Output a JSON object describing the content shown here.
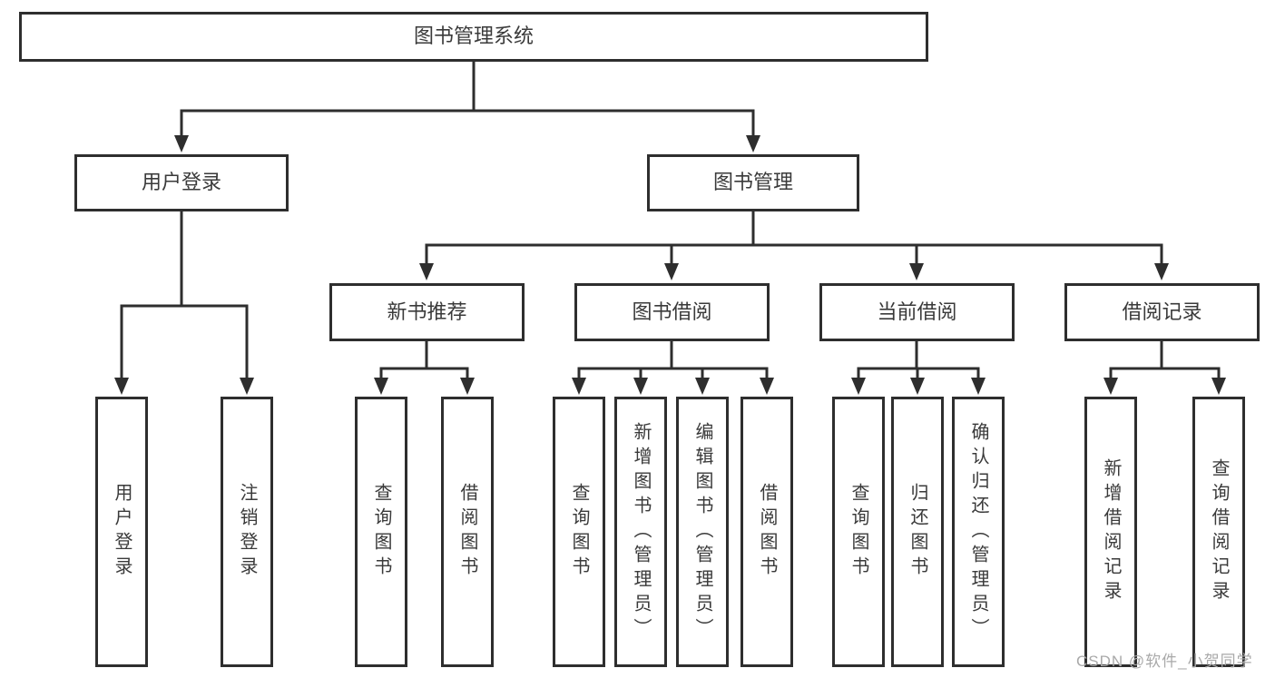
{
  "diagram": {
    "root": {
      "label": "图书管理系统"
    },
    "branches": [
      {
        "label": "用户登录",
        "children": [
          "用户登录",
          "注销登录"
        ]
      },
      {
        "label": "图书管理",
        "children": [
          {
            "label": "新书推荐",
            "children": [
              "查询图书",
              "借阅图书"
            ]
          },
          {
            "label": "图书借阅",
            "children": [
              "查询图书",
              "新增图书（管理员）",
              "编辑图书（管理员）",
              "借阅图书"
            ]
          },
          {
            "label": "当前借阅",
            "children": [
              "查询图书",
              "归还图书",
              "确认归还（管理员）"
            ]
          },
          {
            "label": "借阅记录",
            "children": [
              "新增借阅记录",
              "查询借阅记录"
            ]
          }
        ]
      }
    ],
    "colors": {
      "line": "#2e2e2e",
      "text": "#3a3a3a",
      "background": "#ffffff",
      "watermark": "#a9a9a9"
    },
    "watermark": "CSDN @软件_小贺同学"
  }
}
